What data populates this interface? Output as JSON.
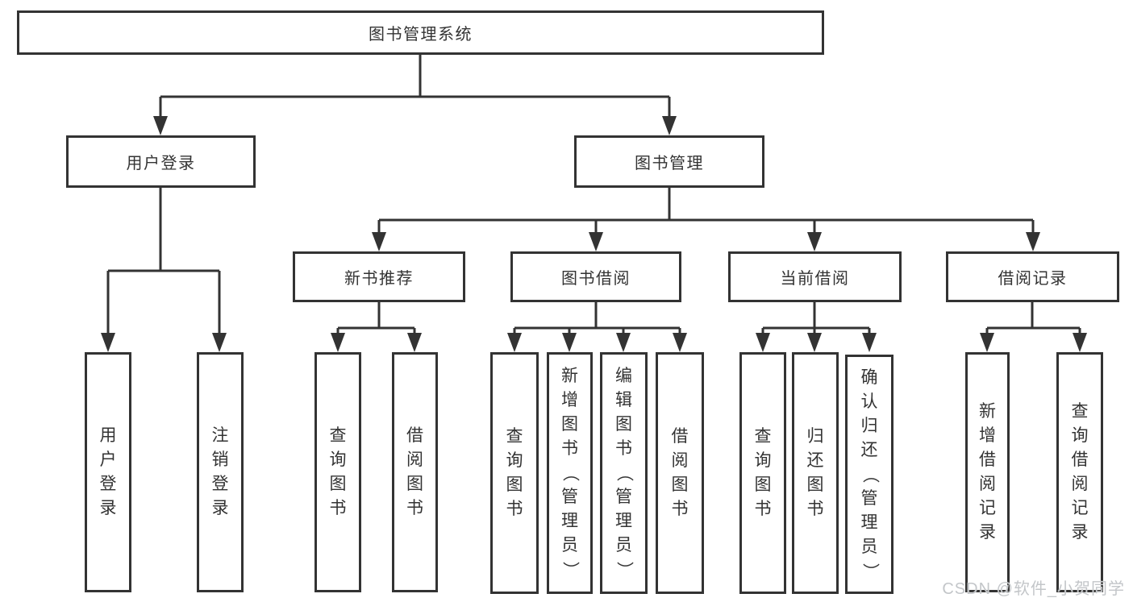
{
  "diagram": {
    "title": "图书管理系统",
    "level1": [
      {
        "label": "用户登录",
        "children": [
          "用户登录",
          "注销登录"
        ]
      },
      {
        "label": "图书管理",
        "children": [
          {
            "label": "新书推荐",
            "children": [
              "查询图书",
              "借阅图书"
            ]
          },
          {
            "label": "图书借阅",
            "children": [
              "查询图书",
              "新增图书（管理员）",
              "编辑图书（管理员）",
              "借阅图书"
            ]
          },
          {
            "label": "当前借阅",
            "children": [
              "查询图书",
              "归还图书",
              "确认归还（管理员）"
            ]
          },
          {
            "label": "借阅记录",
            "children": [
              "新增借阅记录",
              "查询借阅记录"
            ]
          }
        ]
      }
    ],
    "line_color": "#333333",
    "box_background": "#ffffff"
  },
  "watermark": {
    "text": "CSDN @软件_小贺同学"
  }
}
